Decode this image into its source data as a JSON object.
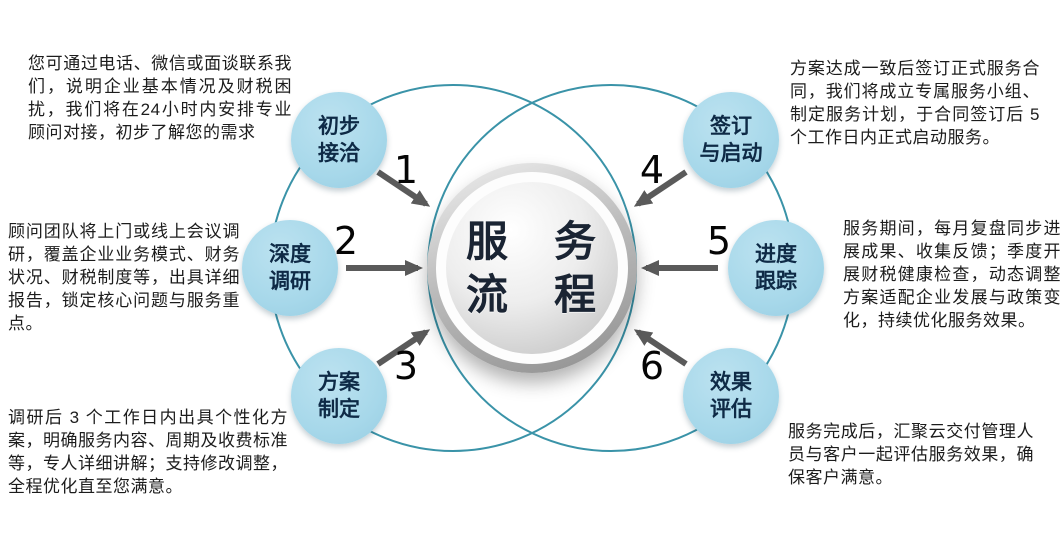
{
  "center": {
    "line1": "服　务",
    "line2": "流　程"
  },
  "steps": [
    {
      "number": "1",
      "label": [
        "初步",
        "接洽"
      ],
      "description": "您可通过电话、微信或面谈联系我们，说明企业基本情况及财税困扰，我们将在24小时内安排专业顾问对接，初步了解您的需求"
    },
    {
      "number": "2",
      "label": [
        "深度",
        "调研"
      ],
      "description": "顾问团队将上门或线上会议调研，覆盖企业业务模式、财务状况、财税制度等，出具详细报告，锁定核心问题与服务重点。"
    },
    {
      "number": "3",
      "label": [
        "方案",
        "制定"
      ],
      "description": "调研后 3 个工作日内出具个性化方案，明确服务内容、周期及收费标准等，专人详细讲解；支持修改调整，全程优化直至您满意。"
    },
    {
      "number": "4",
      "label": [
        "签订",
        "与启动"
      ],
      "description": "方案达成一致后签订正式服务合同，我们将成立专属服务小组、制定服务计划，于合同签订后 5 个工作日内正式启动服务。"
    },
    {
      "number": "5",
      "label": [
        "进度",
        "跟踪"
      ],
      "description": "服务期间，每月复盘同步进展成果、收集反馈；季度开展财税健康检查，动态调整方案适配企业发展与政策变化，持续优化服务效果。"
    },
    {
      "number": "6",
      "label": [
        "效果",
        "评估"
      ],
      "description": "服务完成后，汇聚云交付管理人员与客户一起评估服务效果，确保客户满意。"
    }
  ],
  "colors": {
    "step_circle": "#a7d8ea",
    "step_text": "#0e2a46",
    "ring_stroke": "#3a93a8",
    "arrow": "#5a5a5a",
    "center_text": "#1a2433",
    "description_text": "#1c1c1c"
  }
}
